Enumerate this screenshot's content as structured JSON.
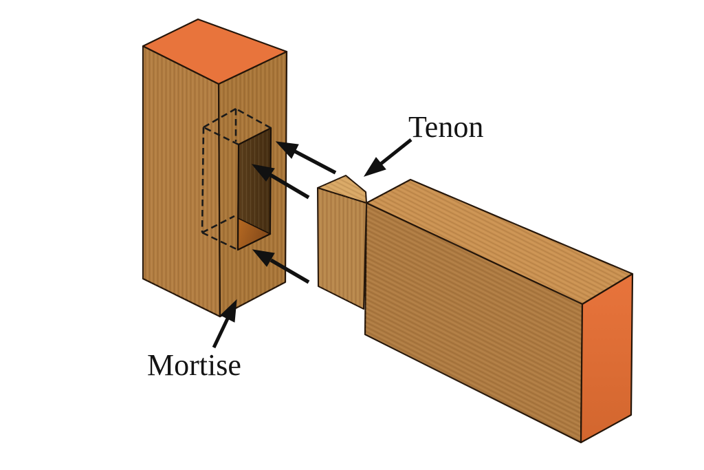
{
  "diagram": {
    "title": "Mortise and tenon joint diagram",
    "background": "#ffffff",
    "labels": {
      "tenon": "Tenon",
      "mortise": "Mortise"
    },
    "label_color": "#141414",
    "arrow_color": "#111111",
    "outline_color": "#241509",
    "dash_color": "#1a1a1a",
    "colors": {
      "post_top": "#e8743c",
      "post_left": "#b27d41",
      "post_right": "#a97639",
      "rail_top": "#ca9151",
      "rail_front": "#ae7a41",
      "rail_end_top": "#e8743c",
      "rail_end_bottom": "#d2662e",
      "tenon_top": "#d8a765",
      "tenon_front": "#b8874b",
      "mortise_wall_left": "#5a3e1c",
      "mortise_wall_right": "#432c11",
      "mortise_floor_light": "#b76a22",
      "mortise_floor_dark": "#83491a"
    }
  }
}
